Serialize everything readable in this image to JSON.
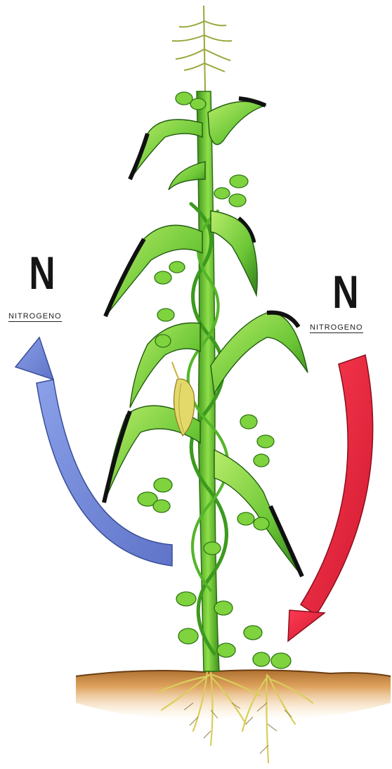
{
  "left_label": {
    "symbol": "N",
    "word": "NITROGENO"
  },
  "right_label": {
    "symbol": "N",
    "word": "NITROGENO"
  },
  "colors": {
    "blue_arrow": "#6f86d6",
    "red_arrow": "#e0263c",
    "leaf": "#7fd23c",
    "leaf_dark": "#3f8f1e",
    "leaf_tip": "#1a1a1a",
    "stalk": "#58b02a",
    "soil": "#c98a3f",
    "tassel": "#c8d46a",
    "root": "#e8e07a"
  }
}
